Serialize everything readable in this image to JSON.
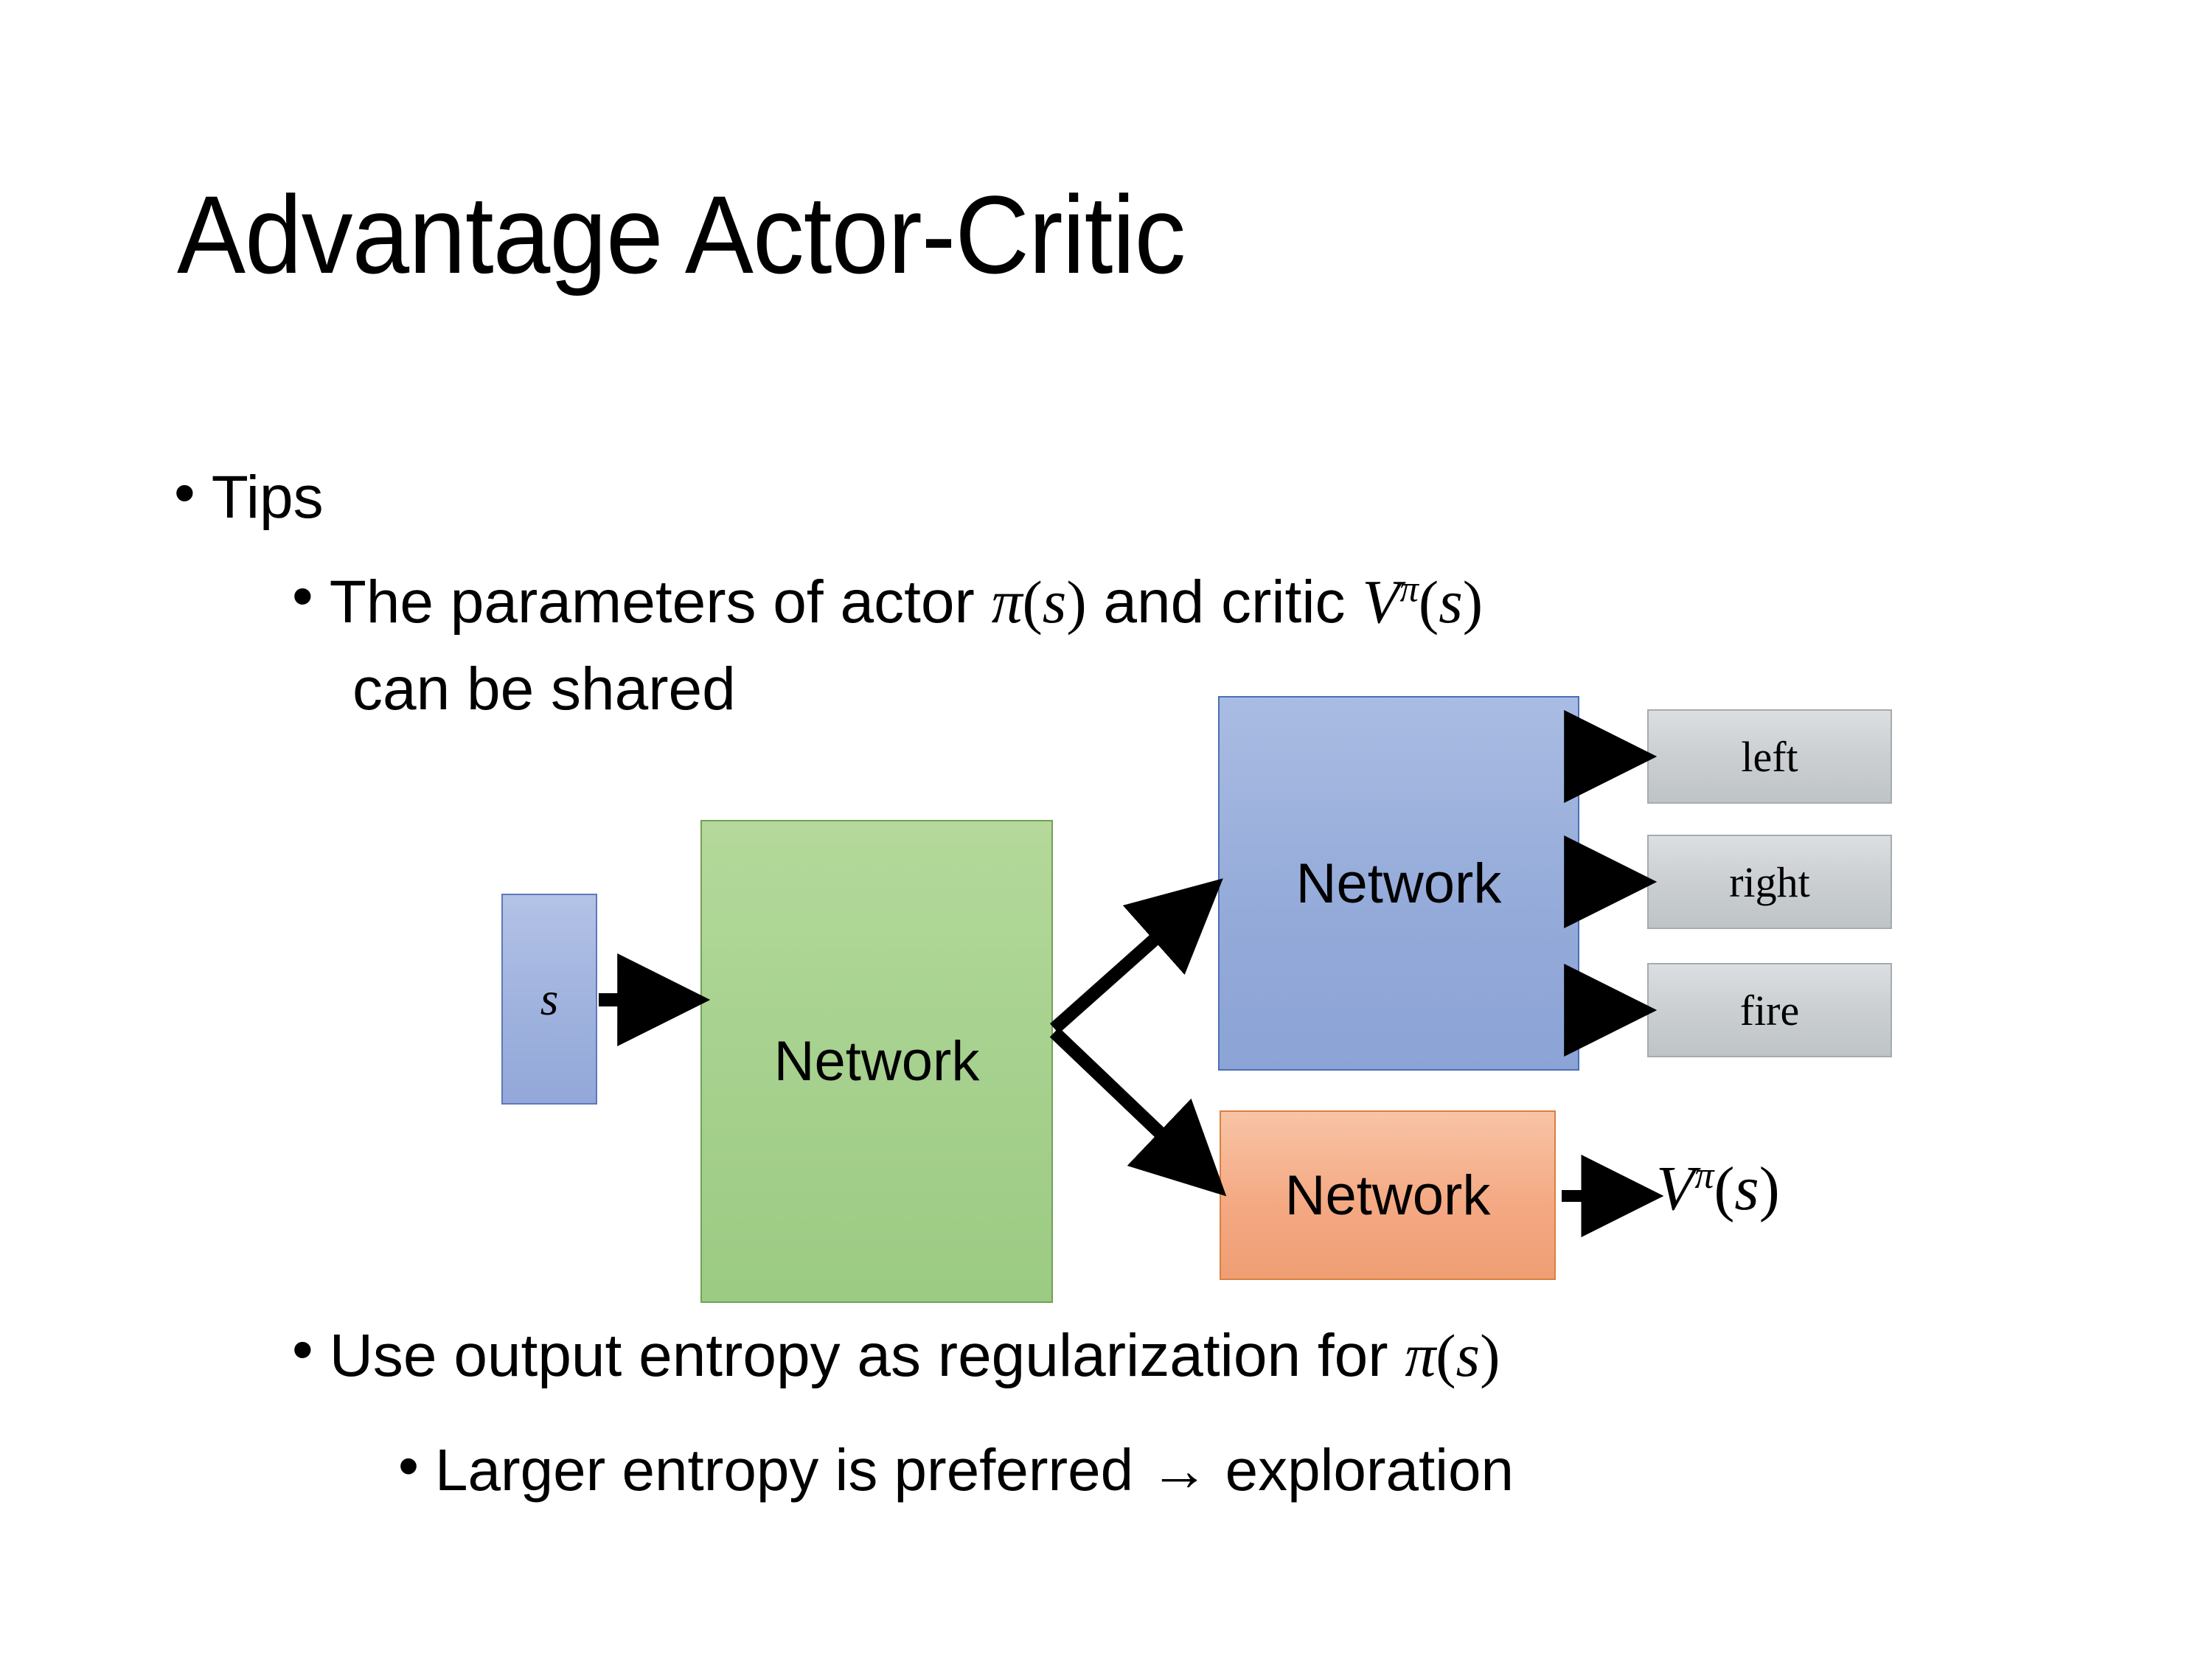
{
  "slide": {
    "title": "Advantage Actor-Critic",
    "background": "#ffffff"
  },
  "bullets": {
    "tips": {
      "marker": "•",
      "text": "Tips"
    },
    "parameters": {
      "marker": "•",
      "line1_prefix": "The parameters of actor ",
      "actor_symbol": "π",
      "actor_arg": "s",
      "line1_middle": "  and critic ",
      "critic_symbol": "V",
      "critic_superscript": "π",
      "critic_arg": "s",
      "line2": "can be shared"
    },
    "entropy": {
      "marker": "•",
      "text_prefix": "Use output entropy as regularization for ",
      "symbol": "π",
      "arg": "s"
    },
    "larger": {
      "marker": "•",
      "text": "Larger entropy is preferred → exploration"
    }
  },
  "diagram": {
    "input_state": {
      "label": "s",
      "fill": "#9fb2de",
      "border": "#5d79b9"
    },
    "shared_network": {
      "label": "Network",
      "fill": "#a6d18e",
      "border": "#74a053"
    },
    "actor_network": {
      "label": "Network",
      "fill": "#95abd9",
      "border": "#4a6fb5"
    },
    "critic_network": {
      "label": "Network",
      "fill": "#f4a983",
      "border": "#d9803f"
    },
    "actions": [
      {
        "label": "left",
        "fill": "#ccd0d3",
        "border": "#a6abae"
      },
      {
        "label": "right",
        "fill": "#ccd0d3",
        "border": "#a6abae"
      },
      {
        "label": "fire",
        "fill": "#ccd0d3",
        "border": "#a6abae"
      }
    ],
    "value_output": {
      "symbol": "V",
      "superscript": "π",
      "arg": "s"
    },
    "arrow_color": "#000000"
  }
}
